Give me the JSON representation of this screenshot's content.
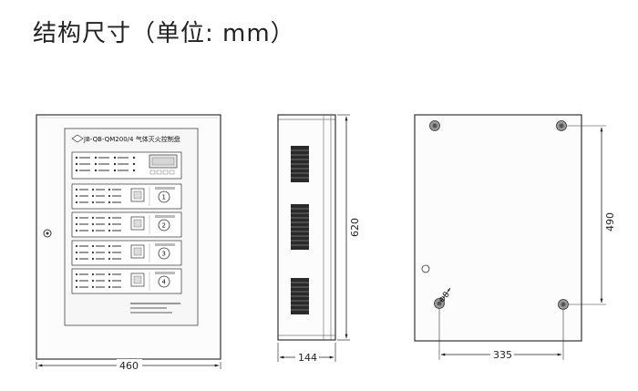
{
  "title": "结构尺寸（单位: mm）",
  "front_view": {
    "panel_label": "JB-QB-QM200/4 气体灭火控制盘",
    "module_numbers": [
      "1",
      "2",
      "3",
      "4"
    ],
    "width_label": "460"
  },
  "side_view": {
    "depth_label": "144",
    "height_label": "620"
  },
  "back_view": {
    "hole_spacing_horizontal": "335",
    "hole_spacing_vertical": "490",
    "hole_diameter": "Φ8"
  },
  "colors": {
    "line": "#333333",
    "panel_fill": "#f4f4f4"
  }
}
